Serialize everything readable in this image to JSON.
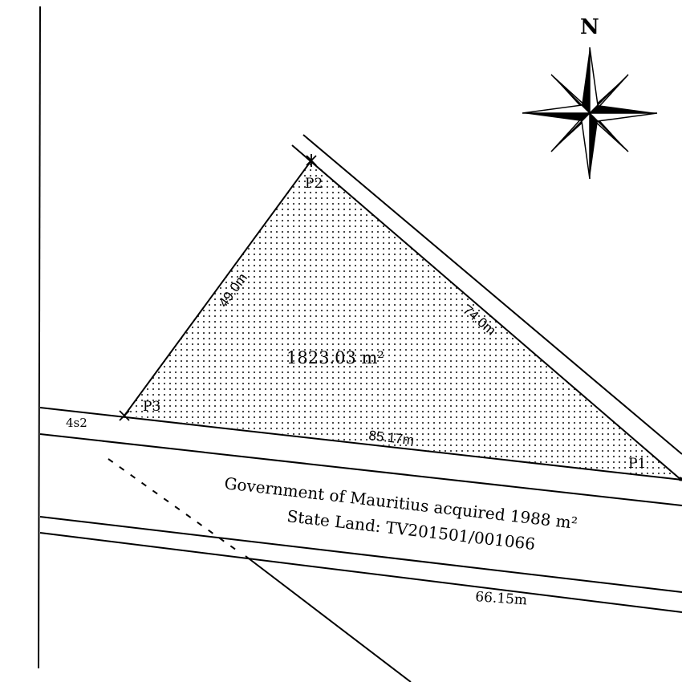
{
  "compass": {
    "north_label": "N",
    "icon": "compass-rose-icon"
  },
  "parcel": {
    "area_label": "1823.03 m²",
    "fill_pattern": "dotted",
    "points": [
      {
        "id": "P1",
        "label": "P1"
      },
      {
        "id": "P2",
        "label": "P2"
      },
      {
        "id": "P3",
        "label": "P3"
      }
    ],
    "sides": [
      {
        "between": "P3-P2",
        "label": "49.0m"
      },
      {
        "between": "P2-P1",
        "label": "74.0m"
      },
      {
        "between": "P3-P1",
        "label": "85.17m"
      }
    ]
  },
  "road_label": "4s2",
  "acquired_strip": {
    "line1": "Government of Mauritius acquired 1988 m²",
    "line2": "State Land: TV201501/001066"
  },
  "lower_boundary": {
    "label": "66.15m"
  },
  "colors": {
    "line": "#000000",
    "background": "#ffffff",
    "dots": "#333333"
  }
}
